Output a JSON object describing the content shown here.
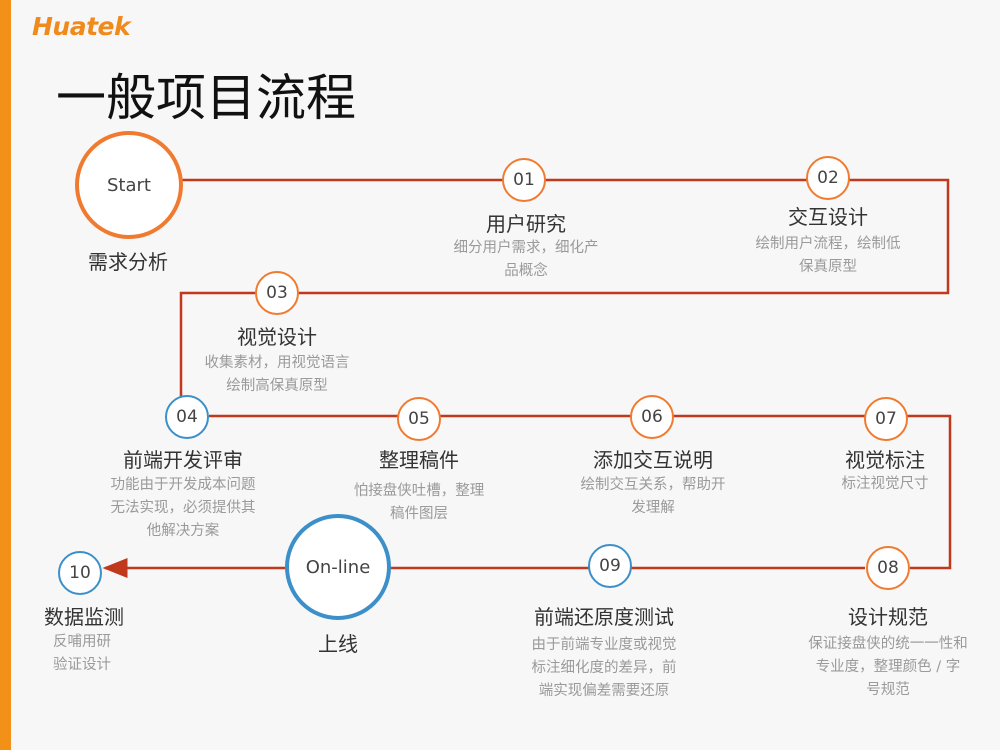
{
  "brand": "Huatek",
  "title": "一般项目流程",
  "colors": {
    "accent_orange": "#f07b30",
    "accent_blue": "#3c8fc9",
    "line_red": "#c0391c",
    "sidebar": "#f39017"
  },
  "start": {
    "label": "Start",
    "caption": "需求分析"
  },
  "online": {
    "label": "On-line",
    "caption": "上线"
  },
  "steps": [
    {
      "num": "01",
      "title": "用户研究",
      "desc": [
        "细分用户需求，细化产",
        "品概念"
      ]
    },
    {
      "num": "02",
      "title": "交互设计",
      "desc": [
        "绘制用户流程，绘制低",
        "保真原型"
      ]
    },
    {
      "num": "03",
      "title": "视觉设计",
      "desc": [
        "收集素材，用视觉语言",
        "绘制高保真原型"
      ]
    },
    {
      "num": "04",
      "title": "前端开发评审",
      "desc": [
        "功能由于开发成本问题",
        "无法实现，必须提供其",
        "他解决方案"
      ]
    },
    {
      "num": "05",
      "title": "整理稿件",
      "desc": [
        "怕接盘侠吐槽，整理",
        "稿件图层"
      ]
    },
    {
      "num": "06",
      "title": "添加交互说明",
      "desc": [
        "绘制交互关系，帮助开",
        "发理解"
      ]
    },
    {
      "num": "07",
      "title": "视觉标注",
      "desc": [
        "标注视觉尺寸"
      ]
    },
    {
      "num": "08",
      "title": "设计规范",
      "desc": [
        "保证接盘侠的统一一性和",
        "专业度，整理颜色 / 字",
        "号规范"
      ]
    },
    {
      "num": "09",
      "title": "前端还原度测试",
      "desc": [
        "由于前端专业度或视觉",
        "标注细化度的差异，前",
        "端实现偏差需要还原"
      ]
    },
    {
      "num": "10",
      "title": "数据监测",
      "desc": [
        "反哺用研",
        "验证设计"
      ]
    }
  ]
}
